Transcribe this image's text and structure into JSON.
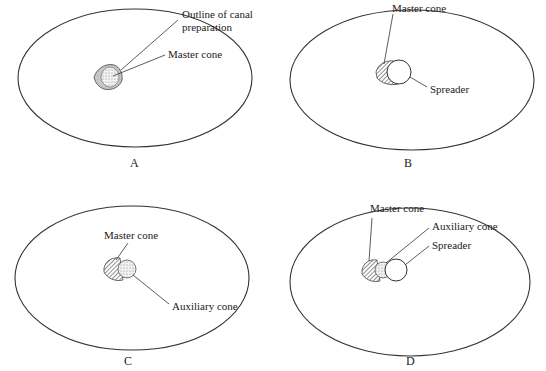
{
  "diagram": {
    "labels": [
      "Outline of canal preparation",
      "Master cone",
      "A",
      "Master cone",
      "Spreader",
      "B",
      "Master cone",
      "Auxiliary cone",
      "C",
      "Master cone",
      "Auxiliary cone",
      "Spreader",
      "D"
    ]
  }
}
